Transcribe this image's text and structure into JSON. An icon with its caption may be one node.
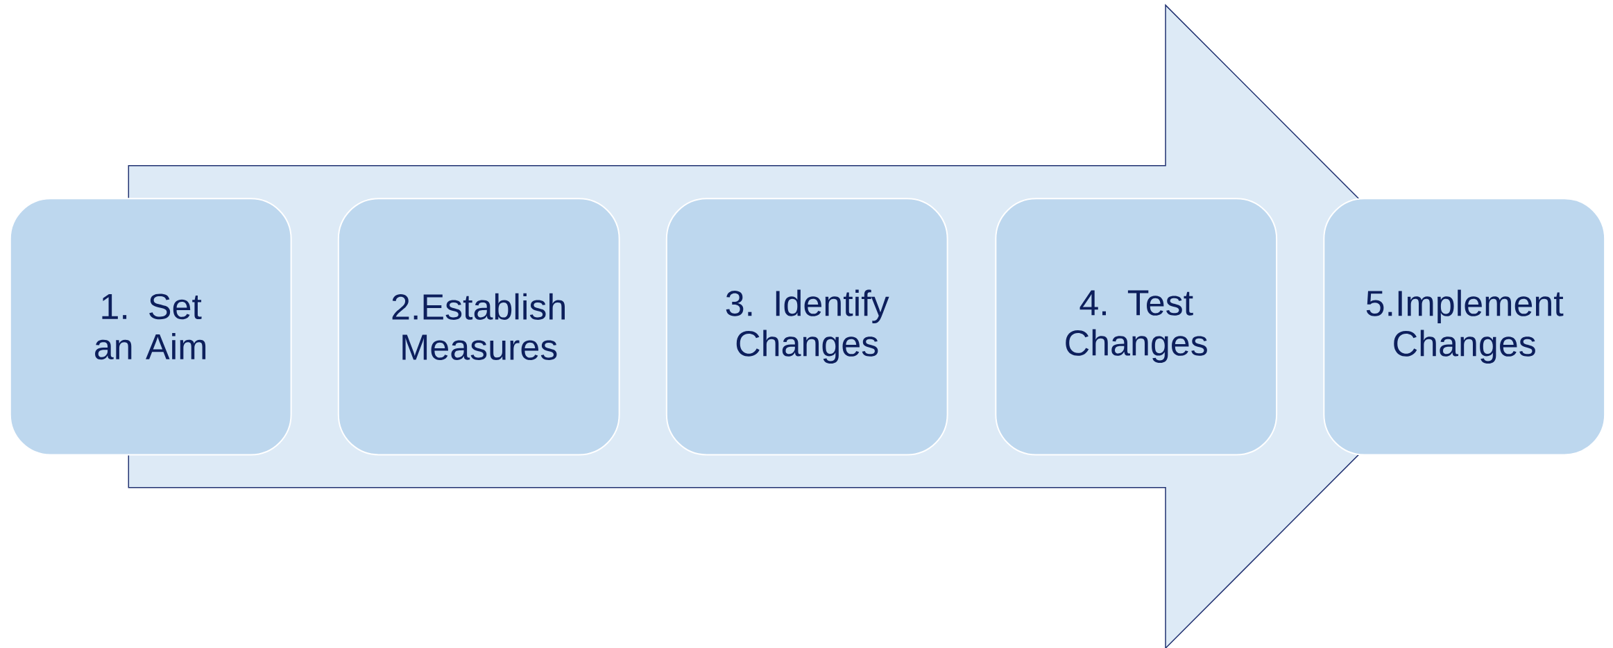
{
  "diagram": {
    "nodes": [
      {
        "text": [
          "1. Set an Aim"
        ]
      },
      {
        "text": [
          "2.Establish Measures"
        ]
      },
      {
        "text": [
          "3. Identify Changes"
        ]
      },
      {
        "text": [
          "4. Test Changes"
        ]
      },
      {
        "text": [
          "5.Implement Changes"
        ]
      }
    ],
    "edges": [
      {
        "from": 0,
        "to": 4,
        "arrow": "to",
        "style": "thick"
      }
    ]
  }
}
